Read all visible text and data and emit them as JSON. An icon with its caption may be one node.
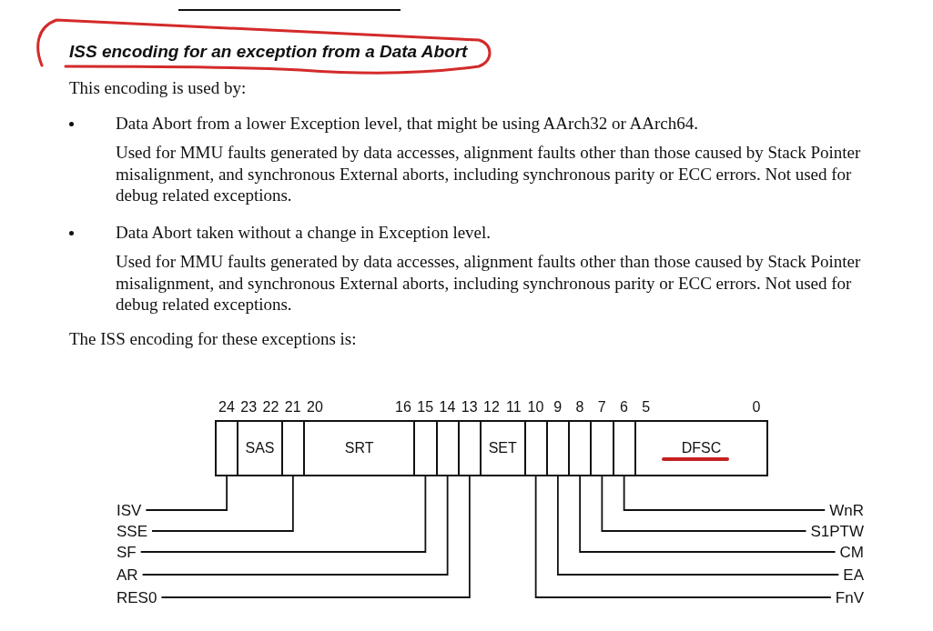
{
  "diagram": {
    "title": "ISS encoding for an exception from a Data Abort",
    "nodes": [
      {
        "text": [],
        "shape": "box"
      },
      {
        "text": [
          "SAS"
        ]
      },
      {
        "text": [],
        "shape": "box"
      },
      {
        "text": [
          "SRT"
        ]
      },
      {
        "text": [],
        "shape": "box"
      },
      {
        "text": [],
        "shape": "box"
      },
      {
        "text": [],
        "shape": "box"
      },
      {
        "text": [
          "SET"
        ]
      },
      {
        "text": [],
        "shape": "box"
      },
      {
        "text": [],
        "shape": "box"
      },
      {
        "text": [],
        "shape": "box"
      },
      {
        "text": [],
        "shape": "box"
      },
      {
        "text": [],
        "shape": "box"
      },
      {
        "text": [
          "DFSC"
        ]
      },
      {
        "text": [
          "ISV"
        ]
      },
      {
        "text": [
          "SSE"
        ]
      },
      {
        "text": [
          "SF"
        ]
      },
      {
        "text": [
          "AR"
        ]
      },
      {
        "text": [
          "RES0"
        ]
      },
      {
        "text": [
          "WnR"
        ]
      },
      {
        "text": [
          "S1PTW"
        ]
      },
      {
        "text": [
          "CM"
        ]
      },
      {
        "text": [
          "EA"
        ]
      },
      {
        "text": [
          "FnV"
        ]
      }
    ],
    "edges": [
      {
        "from": 14,
        "to": 0,
        "arrow": "none"
      },
      {
        "from": 15,
        "to": 2,
        "arrow": "none"
      },
      {
        "from": 16,
        "to": 4,
        "arrow": "none"
      },
      {
        "from": 17,
        "to": 5,
        "arrow": "none"
      },
      {
        "from": 18,
        "to": 6,
        "arrow": "none"
      },
      {
        "from": 19,
        "to": 12,
        "arrow": "none"
      },
      {
        "from": 20,
        "to": 11,
        "arrow": "none"
      },
      {
        "from": 21,
        "to": 10,
        "arrow": "none"
      },
      {
        "from": 22,
        "to": 9,
        "arrow": "none"
      },
      {
        "from": 23,
        "to": 8,
        "arrow": "none"
      }
    ],
    "labels": [
      "This encoding is used by:",
      "Data Abort from a lower Exception level, that might be using AArch32 or AArch64.",
      "Used for MMU faults generated by data accesses, alignment faults other than those caused by Stack Pointer misalignment, and synchronous External aborts, including synchronous parity or ECC errors. Not used for debug related exceptions.",
      "Data Abort taken without a change in Exception level.",
      "Used for MMU faults generated by data accesses, alignment faults other than those caused by Stack Pointer misalignment, and synchronous External aborts, including synchronous parity or ECC errors. Not used for debug related exceptions.",
      "The ISS encoding for these exceptions is:",
      "24",
      "23",
      "22",
      "21",
      "20",
      "16",
      "15",
      "14",
      "13",
      "12",
      "11",
      "10",
      "9",
      "8",
      "7",
      "6",
      "5",
      "0"
    ]
  }
}
